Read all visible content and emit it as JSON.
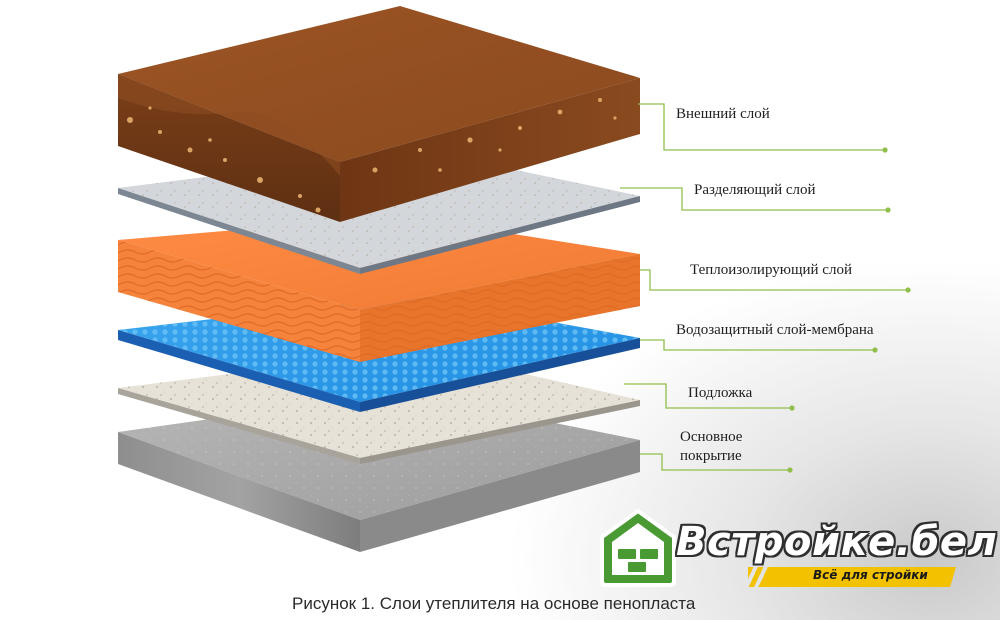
{
  "diagram": {
    "labels": [
      {
        "id": "outer",
        "text": "Внешний слой"
      },
      {
        "id": "separating",
        "text": "Разделяющий слой"
      },
      {
        "id": "insulating",
        "text": "Теплоизолирующий слой"
      },
      {
        "id": "waterproof",
        "text": "Водозащитный слой-мембрана"
      },
      {
        "id": "underlay",
        "text": "Подложка"
      },
      {
        "id": "base",
        "text": "Основное покрытие"
      }
    ],
    "caption": "Рисунок 1. Слои утеплителя на основе пенопласта",
    "leader_color": "#8fbf4a"
  },
  "brand": {
    "name": "Встройке.бел",
    "tagline": "Всё для стройки",
    "colors": {
      "green": "#4a9a34",
      "yellow": "#f2c200"
    }
  }
}
